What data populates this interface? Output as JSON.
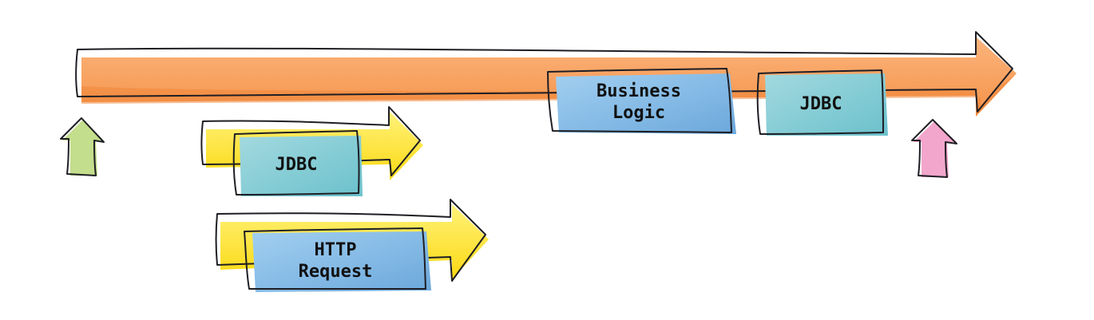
{
  "colors": {
    "main_arrow": "#f9a86a",
    "main_arrow_shade": "#f0873a",
    "yellow_arrow": "#fde93a",
    "yellow_arrow_shade": "#f5d000",
    "teal_box": "#8fd0d8",
    "teal_box_shade": "#5ab9c6",
    "blue_box": "#8cc4ec",
    "blue_box_shade": "#5e9fd6",
    "start_marker": "#c3de8c",
    "end_marker": "#f3a6cb",
    "stroke": "#1e1e24"
  },
  "diagram": {
    "main_timeline": {
      "blocks": [
        {
          "label_lines": [
            "Business",
            "Logic"
          ],
          "style": "blue"
        },
        {
          "label_lines": [
            "JDBC"
          ],
          "style": "teal"
        }
      ]
    },
    "parallel_tasks": [
      {
        "label_lines": [
          "JDBC"
        ],
        "style": "teal"
      },
      {
        "label_lines": [
          "HTTP",
          "Request"
        ],
        "style": "blue"
      }
    ],
    "markers": {
      "start": "start-marker",
      "end": "end-marker"
    }
  }
}
